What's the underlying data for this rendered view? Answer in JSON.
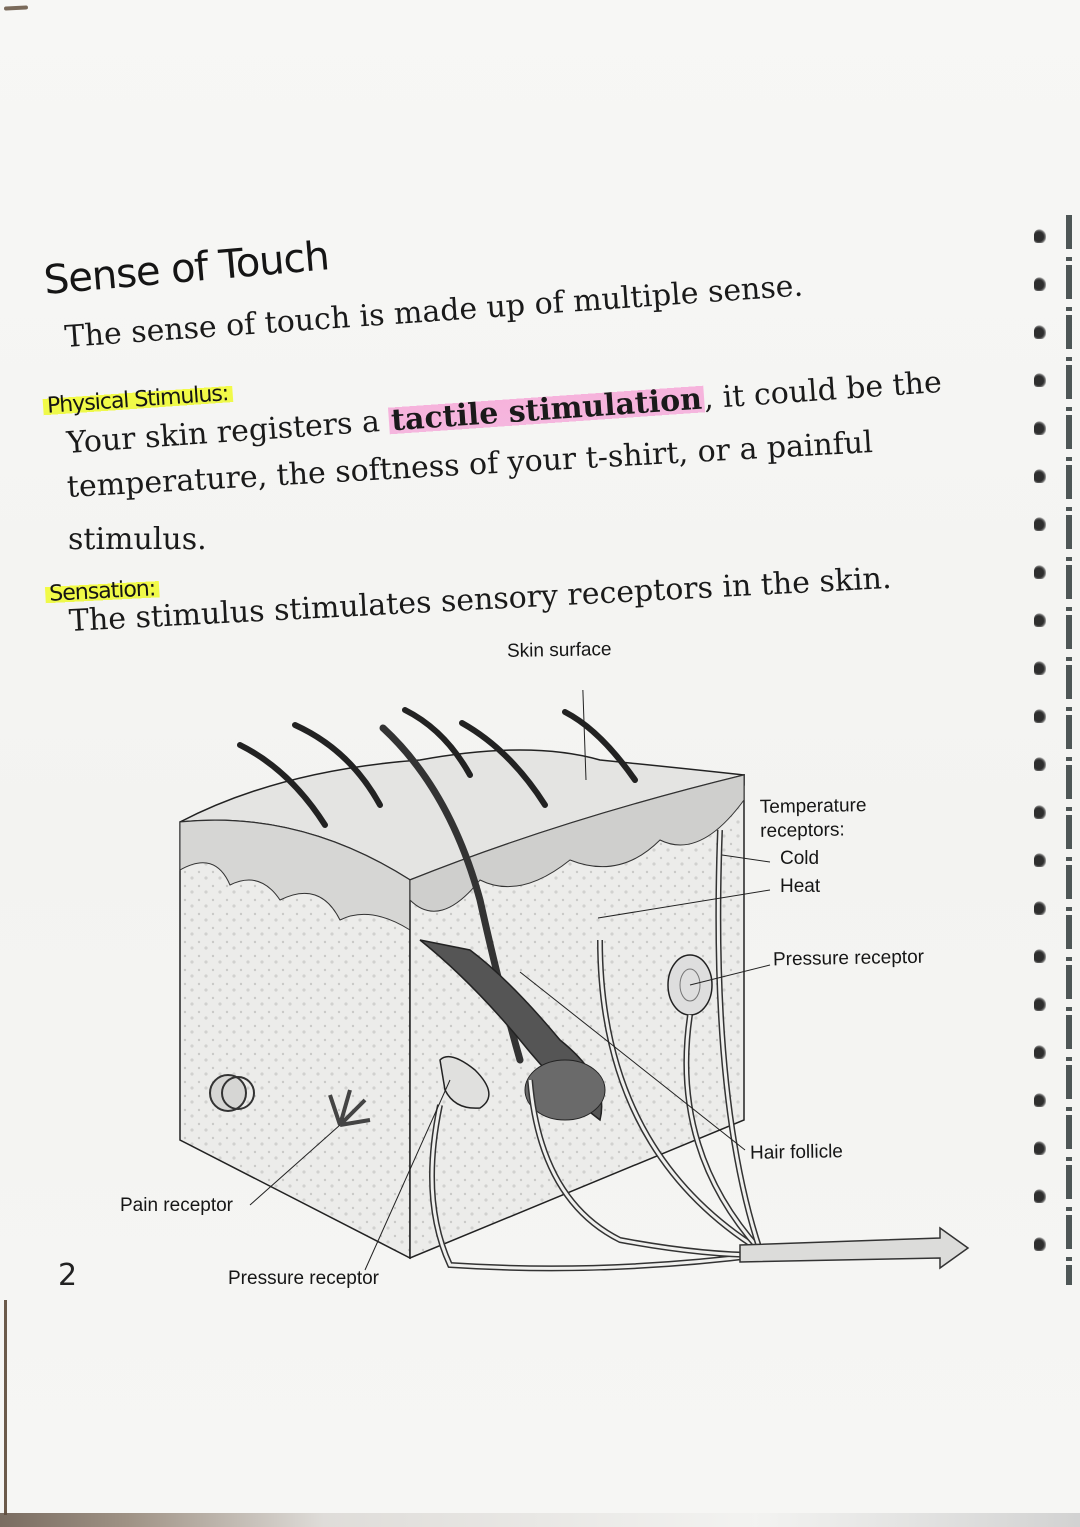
{
  "page": {
    "title": "Sense of Touch",
    "intro": "The sense of touch is made up of multiple sense.",
    "page_number": "2"
  },
  "sections": [
    {
      "heading": "Physical Stimulus:",
      "heading_highlight": "#eef94a",
      "text_before": "Your skin registers a ",
      "highlight_text": "tactile stimulation",
      "highlight_color": "#f5b6de",
      "text_after": ", it could be the",
      "line2": "temperature, the softness of your t-shirt, or a painful",
      "line3": "stimulus."
    },
    {
      "heading": "Sensation:",
      "heading_highlight": "#eef94a",
      "text": "The stimulus stimulates sensory receptors in the skin."
    }
  ],
  "diagram": {
    "labels": {
      "skin_surface": "Skin surface",
      "temperature_receptors": "Temperature",
      "temperature_receptors_2": "receptors:",
      "cold": "Cold",
      "heat": "Heat",
      "pressure_receptor_right": "Pressure receptor",
      "hair_follicle": "Hair follicle",
      "pain_receptor": "Pain receptor",
      "pressure_receptor_bottom": "Pressure receptor"
    }
  }
}
